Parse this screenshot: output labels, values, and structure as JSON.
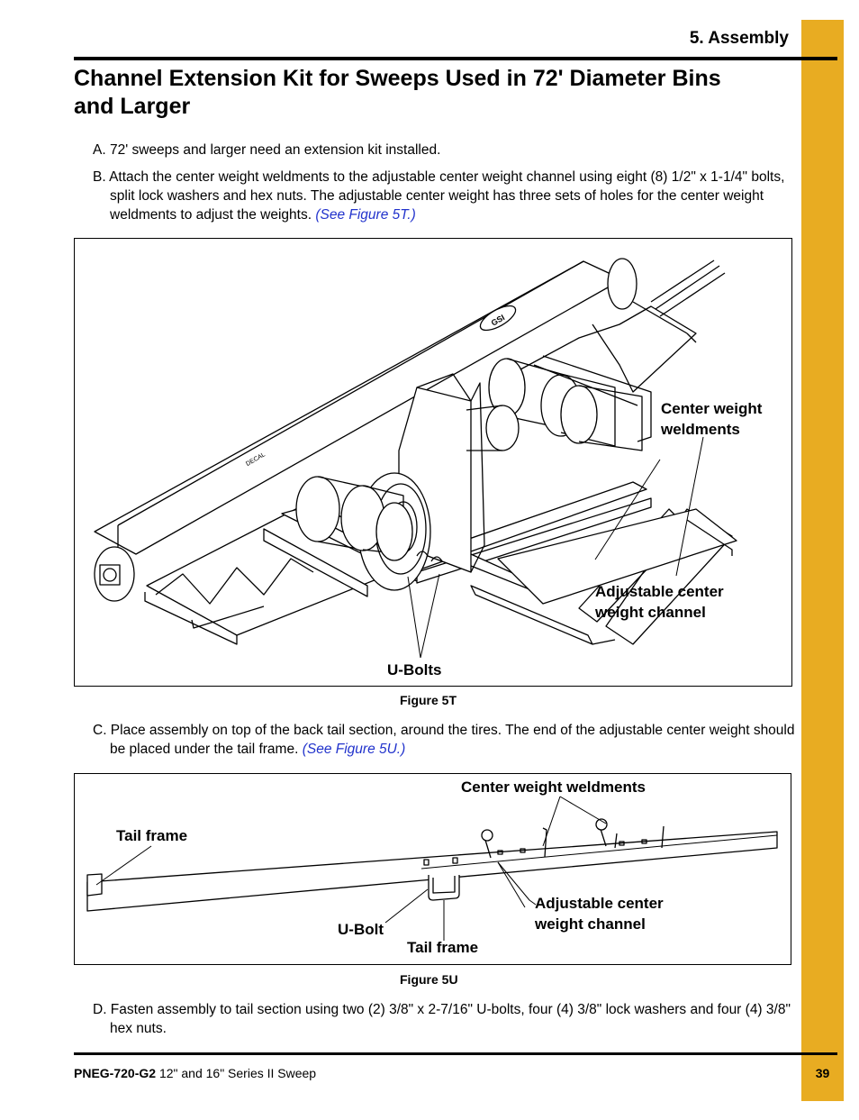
{
  "header": {
    "section": "5. Assembly"
  },
  "title": "Channel Extension Kit for Sweeps Used in 72' Diameter Bins and Larger",
  "steps": {
    "a": "A. 72' sweeps and larger need an extension kit installed.",
    "b": "B. Attach the center weight weldments to the adjustable center weight channel using eight (8) 1/2\" x 1-1/4\" bolts, split lock washers and hex nuts. The adjustable center weight has three sets of holes for the center weight weldments to adjust the weights.",
    "b_ref": "(See Figure 5T.)",
    "c": "C. Place assembly on top of the back tail section, around the tires. The end of the adjustable center weight should be placed under the tail frame.",
    "c_ref": "(See Figure 5U.)",
    "d": "D. Fasten assembly to tail section using two (2) 3/8\" x 2-7/16\" U-bolts, four (4) 3/8\" lock washers and four (4) 3/8\" hex nuts."
  },
  "figure_5t": {
    "caption": "Figure 5T",
    "callouts": {
      "center_weight": "Center weight weldments",
      "adjustable_channel": "Adjustable center weight channel",
      "u_bolts": "U-Bolts"
    },
    "decal_text": "DECAL",
    "logo_text": "GSI"
  },
  "figure_5u": {
    "caption": "Figure 5U",
    "callouts": {
      "center_weight": "Center weight weldments",
      "tail_frame_top": "Tail frame",
      "u_bolt": "U-Bolt",
      "tail_frame_bottom": "Tail frame",
      "adjustable_channel": "Adjustable center weight channel"
    }
  },
  "footer": {
    "doc_code": "PNEG-720-G2",
    "doc_title": "12\" and 16\" Series II Sweep",
    "page_number": "39"
  },
  "colors": {
    "tab": "#e8ac22",
    "link": "#2233cc"
  }
}
